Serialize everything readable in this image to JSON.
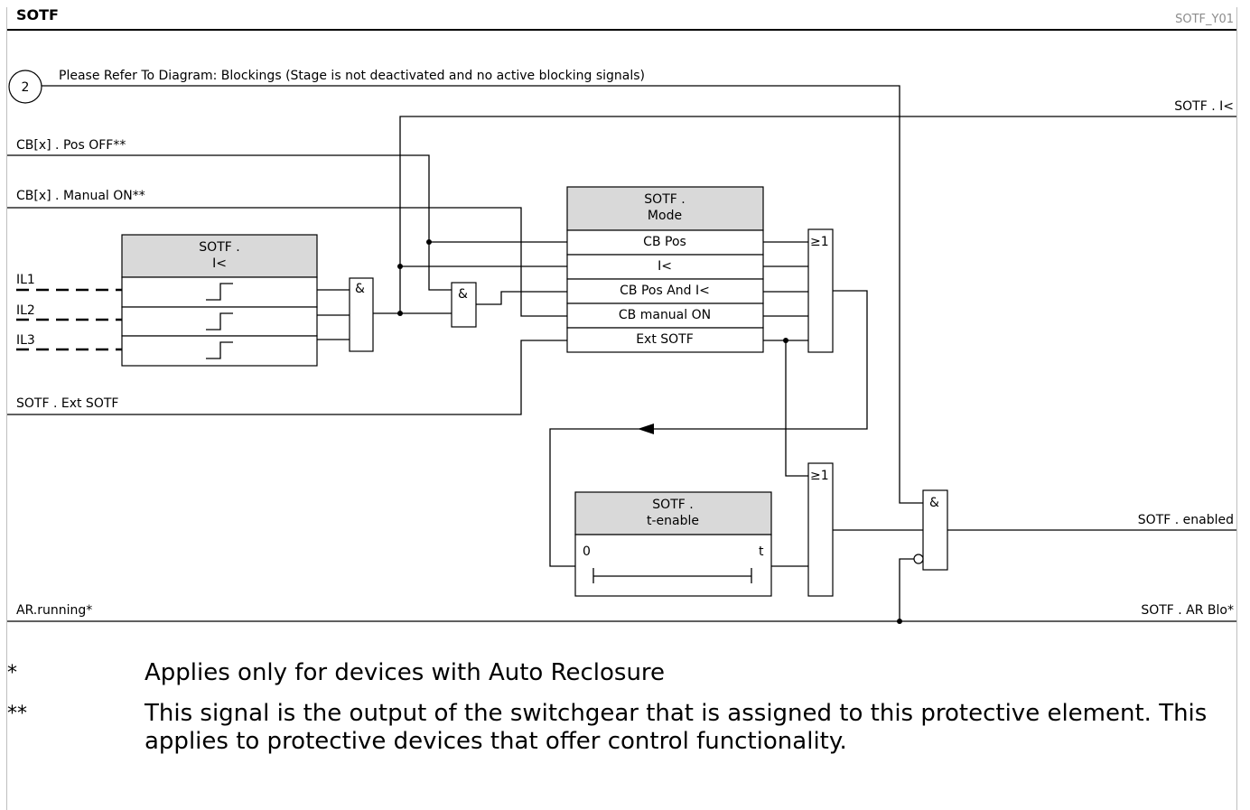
{
  "header": {
    "title": "SOTF",
    "diagram_id": "SOTF_Y01"
  },
  "inputs": {
    "blocking_ref_number": "2",
    "blocking_ref_text": "Please Refer To Diagram: Blockings (Stage is not deactivated and no active blocking signals)",
    "cb_pos_off": "CB[x] . Pos OFF**",
    "cb_manual_on": "CB[x] . Manual ON**",
    "il1": "IL1",
    "il2": "IL2",
    "il3": "IL3",
    "ext_sotf": "SOTF . Ext SOTF",
    "ar_running": "AR.running*"
  },
  "outputs": {
    "i_less": "SOTF . I<",
    "enabled": "SOTF . enabled",
    "ar_blo": "SOTF . AR Blo*"
  },
  "blocks": {
    "i_less_block": {
      "title_line1": "SOTF .",
      "title_line2": "I<"
    },
    "mode_block": {
      "title_line1": "SOTF .",
      "title_line2": "Mode",
      "options": [
        "CB Pos",
        "I<",
        "CB Pos And I<",
        "CB manual ON",
        "Ext SOTF"
      ]
    },
    "timer_block": {
      "title_line1": "SOTF .",
      "title_line2": "t-enable",
      "start_label": "0",
      "end_label": "t"
    }
  },
  "gates": {
    "and_label": "&",
    "or_label": "≥1"
  },
  "notes": [
    {
      "mark": "*",
      "text": "Applies only for devices with Auto Reclosure"
    },
    {
      "mark": "**",
      "text": "This signal is the output of the switchgear that is assigned to this protective element. This applies to protective devices that offer control functionality."
    }
  ]
}
